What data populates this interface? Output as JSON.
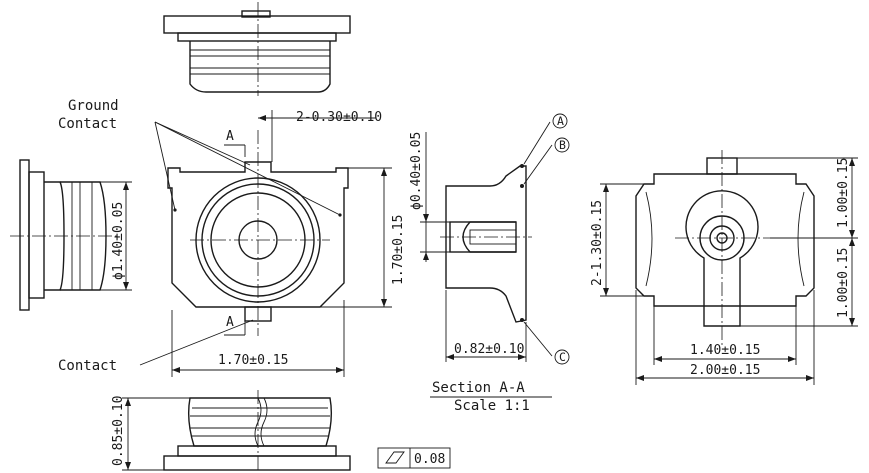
{
  "labels": {
    "ground_contact_1": "Ground",
    "ground_contact_2": "Contact",
    "contact": "Contact",
    "section_marker": "A",
    "section_title": "Section A-A",
    "section_scale": "Scale 1:1",
    "callout_a": "A",
    "callout_b": "B",
    "callout_c": "C"
  },
  "dimensions": {
    "contact_width": "2-0.30±0.10",
    "front_width": "1.70±0.15",
    "front_height": "1.70±0.15",
    "side_diameter": "ϕ1.40±0.05",
    "section_height": "ϕ0.40±0.05",
    "section_width": "0.82±0.10",
    "right_upper": "1.00±0.15",
    "right_lower": "1.00±0.15",
    "right_slot": "2-1.30±0.15",
    "right_inner_width": "1.40±0.15",
    "right_total_width": "2.00±0.15",
    "bottom_height": "0.85±0.10",
    "flatness_value": "0.08"
  }
}
